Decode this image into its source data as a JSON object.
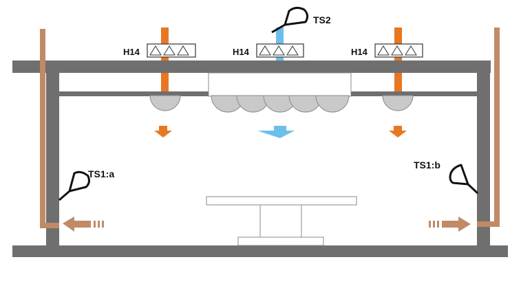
{
  "filters": [
    {
      "label": "H14"
    },
    {
      "label": "H14"
    },
    {
      "label": "H14"
    }
  ],
  "sensors": {
    "ts2": {
      "label": "TS2"
    },
    "ts1a": {
      "label": "TS1:a"
    },
    "ts1b": {
      "label": "TS1:b"
    }
  },
  "colors": {
    "structure": "#6f6f6f",
    "hot_air": "#e87722",
    "cool_air": "#6cbfe9",
    "exhaust": "#c08a66",
    "diffuser": "#c9c9c9"
  }
}
